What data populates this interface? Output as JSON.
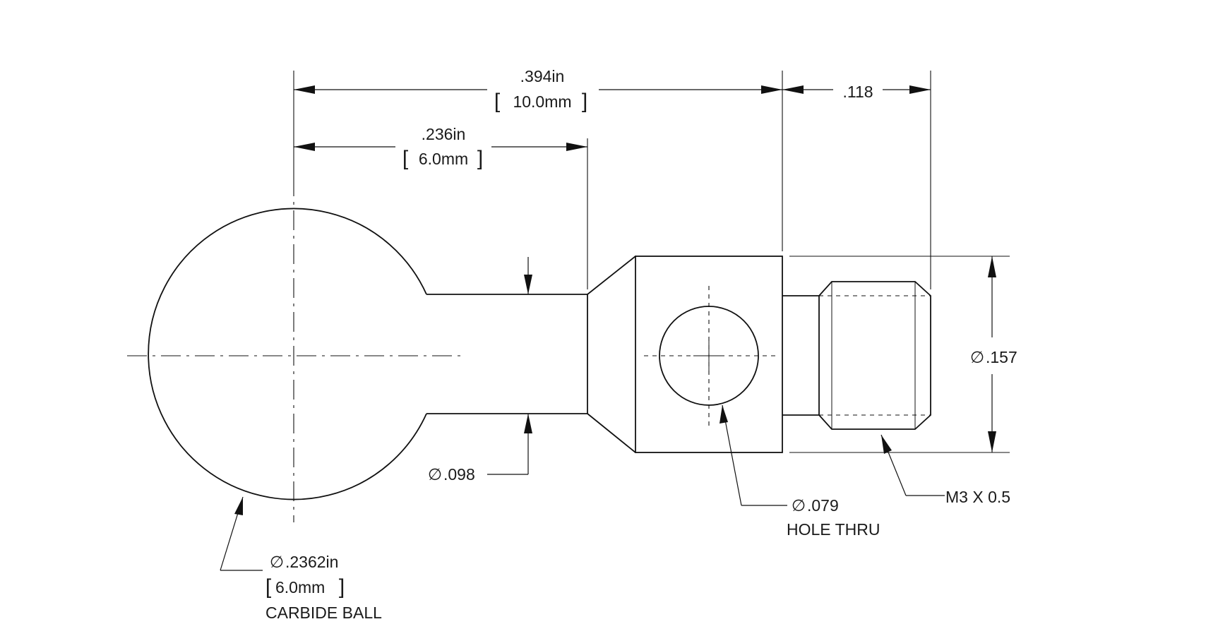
{
  "dimensions": {
    "overall_length": {
      "value": ".394in",
      "alt": "10.0mm"
    },
    "ball_to_shoulder": {
      "value": ".236in",
      "alt": "6.0mm"
    },
    "thread_length": {
      "value": ".118"
    },
    "body_diameter": {
      "value": ".157"
    },
    "neck_diameter": {
      "value": ".098"
    },
    "cross_hole": {
      "value": ".079",
      "note": "HOLE THRU"
    },
    "ball": {
      "value": ".2362in",
      "alt": "6.0mm",
      "note": "CARBIDE BALL"
    },
    "thread": {
      "value": "M3 X 0.5"
    }
  },
  "symbols": {
    "diameter": "∅",
    "bracket_open": "[",
    "bracket_close": "]"
  }
}
